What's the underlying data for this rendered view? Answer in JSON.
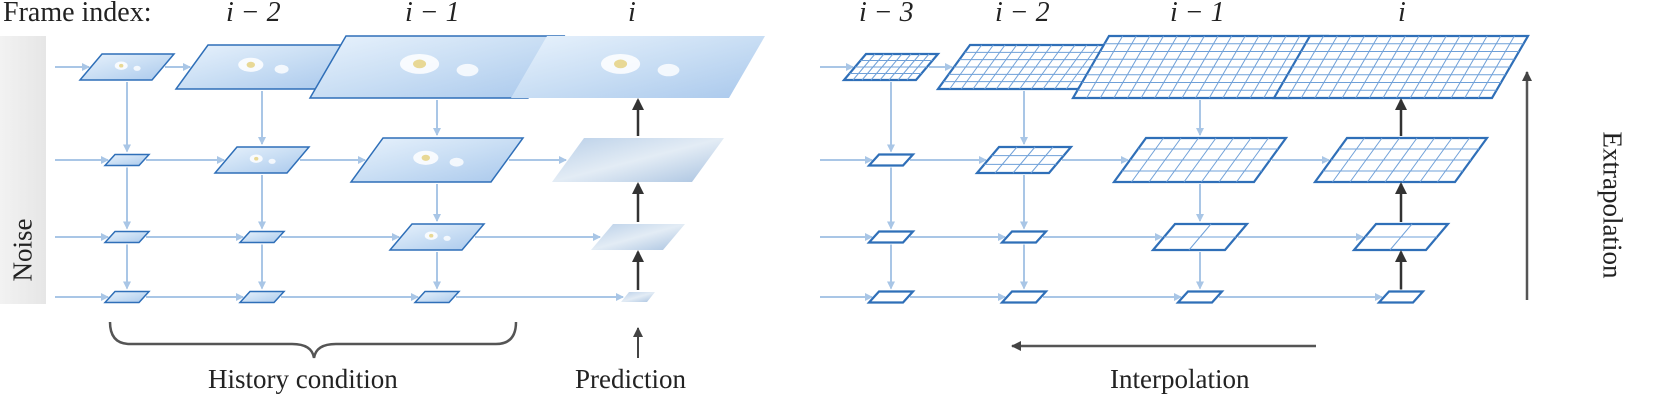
{
  "left_panel": {
    "frame_index_label": "Frame index:",
    "frame_labels": [
      "i − 2",
      "i − 1",
      "i"
    ],
    "side_label": "Noise",
    "history_label": "History condition",
    "prediction_label": "Prediction"
  },
  "right_panel": {
    "frame_labels": [
      "i − 3",
      "i − 2",
      "i − 1",
      "i"
    ],
    "interpolation_label": "Interpolation",
    "extrapolation_label": "Extrapolation"
  },
  "colors": {
    "arrow_light": "#a9c6e6",
    "frame_stroke": "#2f6fb8",
    "grid_line": "#6fa0d8",
    "image_fill": "#cfe3f7",
    "dark_arrow": "#333333"
  }
}
